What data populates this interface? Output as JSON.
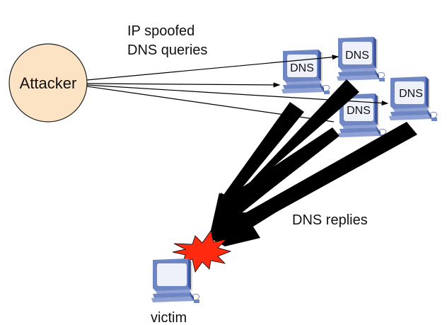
{
  "attacker": {
    "label": "Attacker",
    "fill": "#fbe3c4"
  },
  "queries_label": {
    "line1": "IP spoofed",
    "line2": "DNS queries"
  },
  "replies_label": "DNS replies",
  "victim": {
    "label": "victim"
  },
  "dns_servers": [
    {
      "label": "DNS"
    },
    {
      "label": "DNS"
    },
    {
      "label": "DNS"
    },
    {
      "label": "DNS"
    }
  ],
  "colors": {
    "computer": "#6f86c4",
    "computer_dark": "#3d56a0",
    "screen": "#eef1fa",
    "explosion": "#ff2a10",
    "arrow": "#000000"
  }
}
